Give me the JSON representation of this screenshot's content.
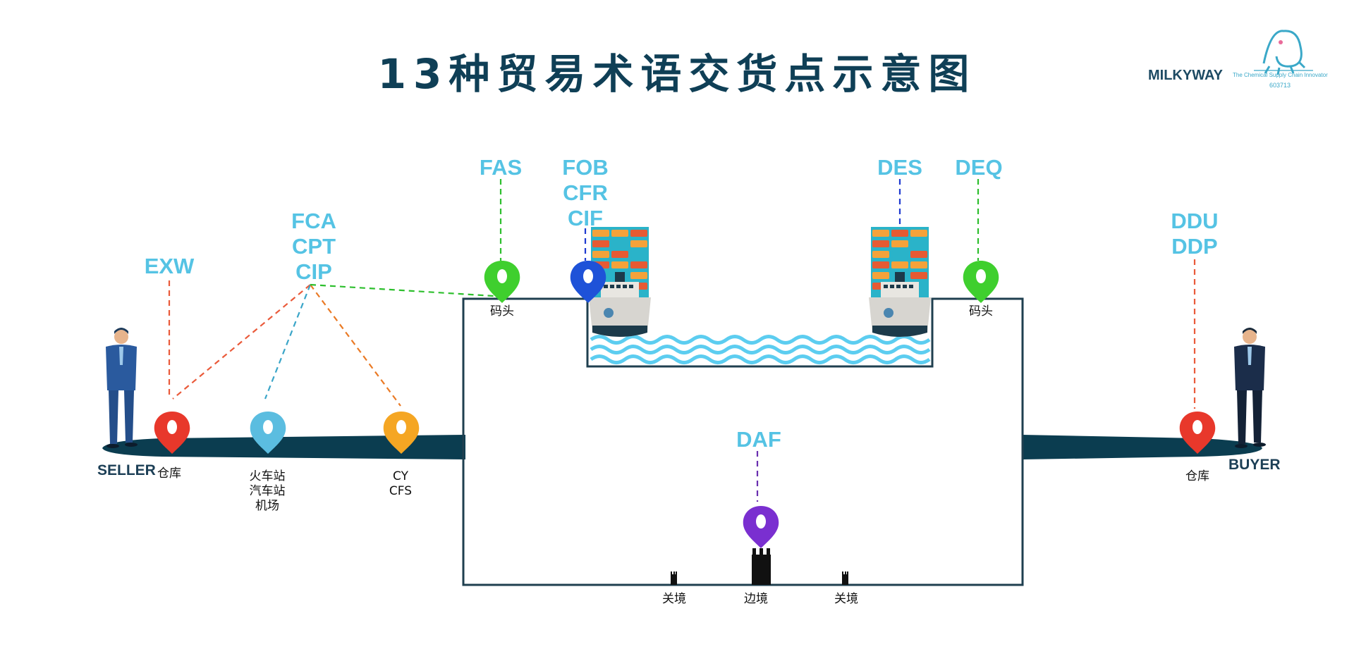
{
  "title": "13种贸易术语交货点示意图",
  "logo": {
    "name": "MILKYWAY",
    "tagline": "The Chemical Supply Chain Innovator",
    "code": "603713"
  },
  "terms": {
    "exw": "EXW",
    "fca": "FCA",
    "cpt": "CPT",
    "cip": "CIP",
    "fas": "FAS",
    "fob": "FOB",
    "cfr": "CFR",
    "cif": "CIF",
    "des": "DES",
    "deq": "DEQ",
    "ddu": "DDU",
    "ddp": "DDP",
    "daf": "DAF"
  },
  "places": {
    "warehouse_seller": "仓库",
    "train_station": "火车站",
    "bus_station": "汽车站",
    "airport": "机场",
    "cy": "CY",
    "cfs": "CFS",
    "wharf_export": "码头",
    "wharf_import": "码头",
    "warehouse_buyer": "仓库",
    "customs_left": "关境",
    "border": "边境",
    "customs_right": "关境"
  },
  "roles": {
    "seller": "SELLER",
    "buyer": "BUYER"
  },
  "colors": {
    "title": "#0f3f56",
    "term_text": "#55c3e4",
    "ground": "#0b3d50",
    "frame": "#1f3f4f",
    "water": "#5ccdf0",
    "pin_red": "#e8382b",
    "pin_light_blue": "#5bbde0",
    "pin_orange": "#f5a623",
    "pin_green": "#3fcf2e",
    "pin_blue": "#1e52d8",
    "pin_purple": "#7a2fd0"
  }
}
